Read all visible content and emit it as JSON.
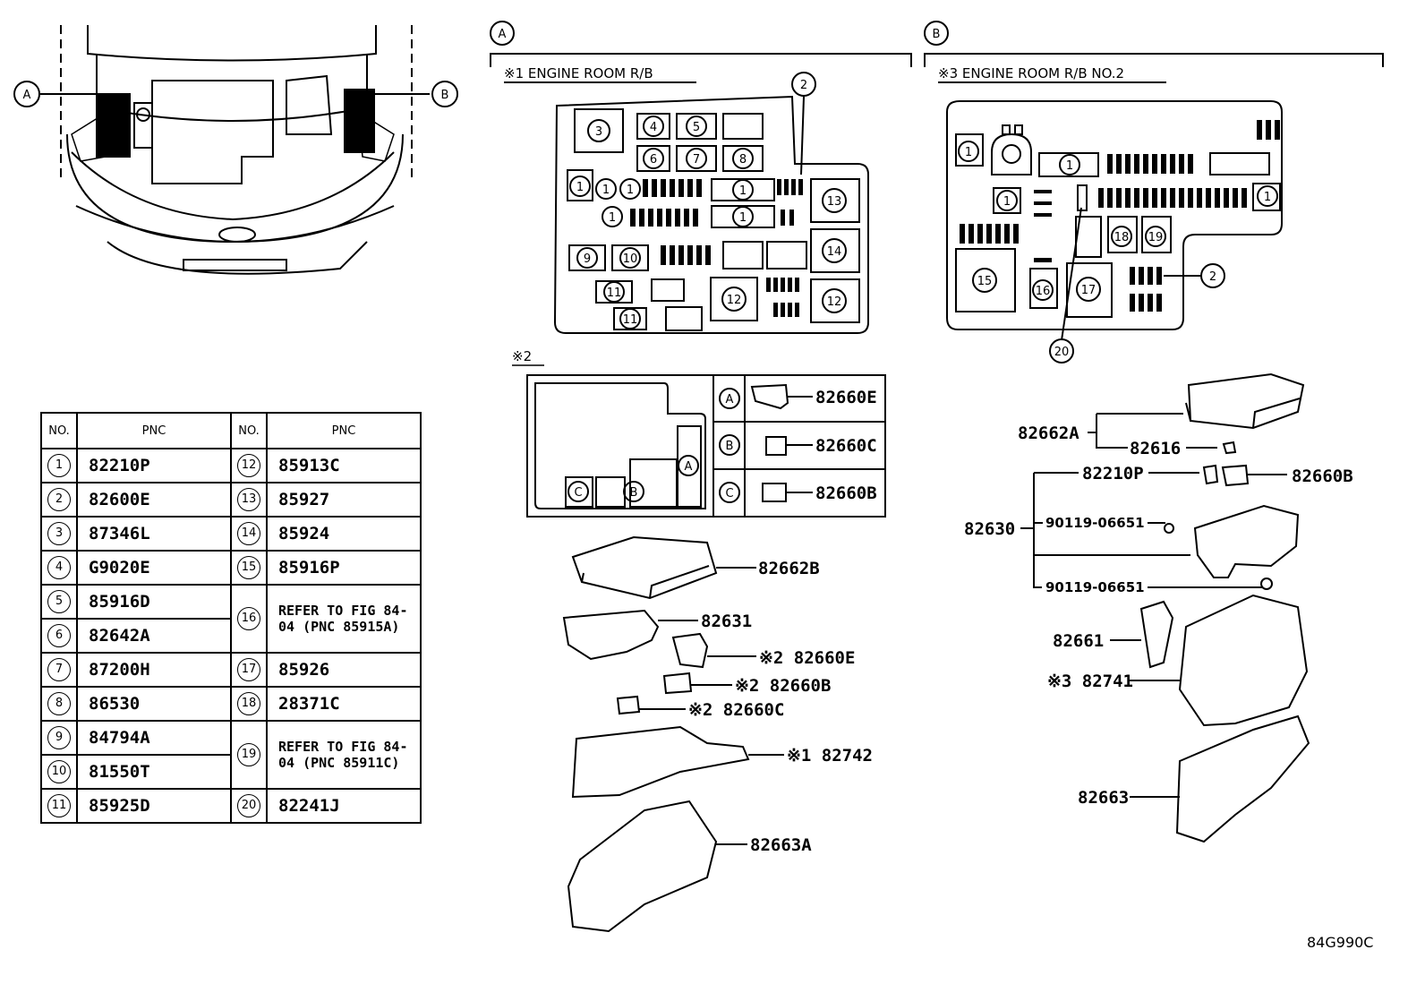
{
  "sections": {
    "a_marker": "A",
    "b_marker": "B",
    "a_title": "※1 ENGINE ROOM R/B",
    "b_title": "※3 ENGINE ROOM R/B NO.2",
    "note2": "※2"
  },
  "callouts": {
    "c1": "1",
    "c2": "2",
    "c3": "3",
    "c4": "4",
    "c5": "5",
    "c6": "6",
    "c7": "7",
    "c8": "8",
    "c9": "9",
    "c10": "10",
    "c11": "11",
    "c12": "12",
    "c13": "13",
    "c14": "14",
    "c15": "15",
    "c16": "16",
    "c17": "17",
    "c18": "18",
    "c19": "19",
    "c20": "20",
    "ca": "A",
    "cb": "B",
    "cc": "C"
  },
  "parts_a": {
    "p82660E_conn": "82660E",
    "p82660C_conn": "82660C",
    "p82660B_conn": "82660B",
    "p82662B": "82662B",
    "p82631": "82631",
    "p82660E": "※2 82660E",
    "p82660B": "※2 82660B",
    "p82660C": "※2 82660C",
    "p82742": "※1 82742",
    "p82663A": "82663A"
  },
  "parts_b": {
    "p82662A": "82662A",
    "p82616": "82616",
    "p82210P": "82210P",
    "p82660B": "82660B",
    "p82630": "82630",
    "p90119a": "90119-06651",
    "p90119b": "90119-06651",
    "p82661": "82661",
    "p82741": "※3 82741",
    "p82663": "82663"
  },
  "table": {
    "h_no": "NO.",
    "h_pnc": "PNC",
    "rows": [
      {
        "n1": "1",
        "p1": "82210P",
        "n2": "12",
        "p2": "85913C"
      },
      {
        "n1": "2",
        "p1": "82600E",
        "n2": "13",
        "p2": "85927"
      },
      {
        "n1": "3",
        "p1": "87346L",
        "n2": "14",
        "p2": "85924"
      },
      {
        "n1": "4",
        "p1": "G9020E",
        "n2": "15",
        "p2": "85916P"
      },
      {
        "n1": "5",
        "p1": "85916D",
        "n2": "16",
        "p2": "REFER TO FIG 84-04 (PNC 85915A)"
      },
      {
        "n1": "6",
        "p1": "82642A"
      },
      {
        "n1": "7",
        "p1": "87200H",
        "n2": "17",
        "p2": "85926"
      },
      {
        "n1": "8",
        "p1": "86530",
        "n2": "18",
        "p2": "28371C"
      },
      {
        "n1": "9",
        "p1": "84794A",
        "n2": "19",
        "p2": "REFER TO FIG 84-04 (PNC 85911C)"
      },
      {
        "n1": "10",
        "p1": "81550T"
      },
      {
        "n1": "11",
        "p1": "85925D",
        "n2": "20",
        "p2": "82241J"
      }
    ]
  },
  "footer_code": "84G990C"
}
